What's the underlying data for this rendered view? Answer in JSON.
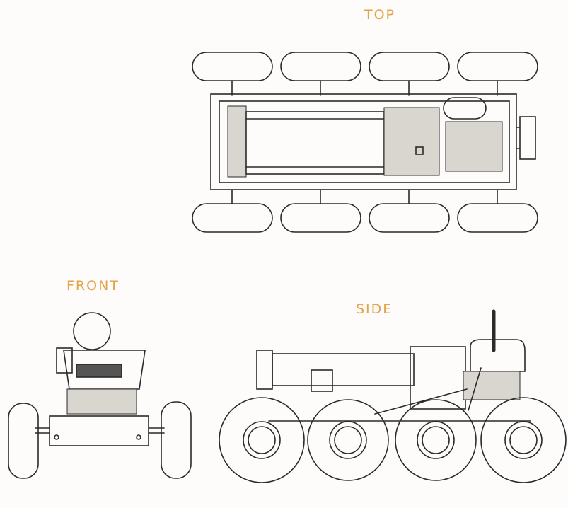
{
  "labels": {
    "top": "TOP",
    "front": "FRONT",
    "side": "SIDE"
  },
  "colors": {
    "label": "#e3a347",
    "ink": "#2a2a2a",
    "paper": "#fdfcfa"
  }
}
